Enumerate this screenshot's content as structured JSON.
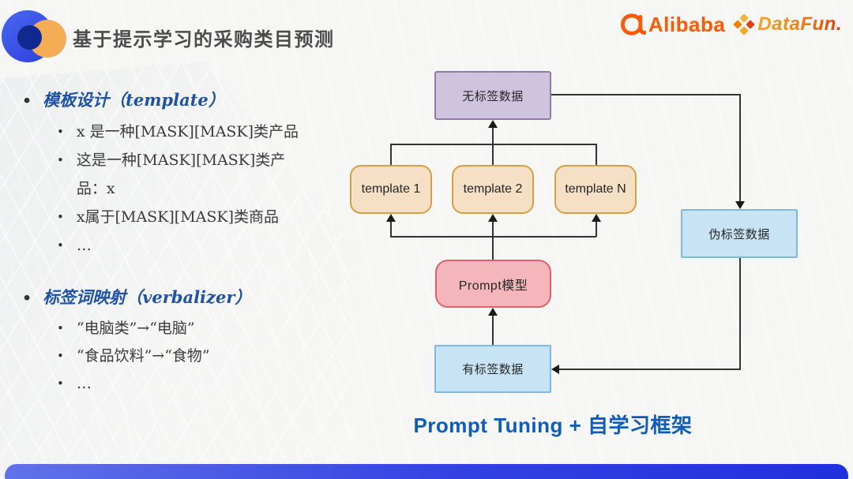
{
  "slide": {
    "title": "基于提示学习的采购类目预测",
    "caption": "Prompt Tuning + 自学习框架"
  },
  "logos": {
    "alibaba": {
      "text": "Alibaba",
      "color": "#FF5A00"
    },
    "datafun": {
      "text": "DataFun.",
      "gradient_start": "#F6A81C",
      "gradient_end": "#E8380D"
    }
  },
  "bullets": {
    "accent_color": "#1E52A8",
    "sections": [
      {
        "title": "模板设计（template）",
        "items": [
          "x 是一种[MASK][MASK]类产品",
          "这是一种[MASK][MASK]类产\n品：x",
          "x属于[MASK][MASK]类商品",
          "…"
        ]
      },
      {
        "title": "标签词映射（verbalizer）",
        "items": [
          "“电脑类”→“电脑”",
          "“食品饮料”→“食物”",
          "…"
        ]
      }
    ]
  },
  "diagram": {
    "line_color": "#333333",
    "nodes": {
      "unlabeled": {
        "label": "无标签数据",
        "fill": "#CFC3DE",
        "border": "#8E7AA8"
      },
      "template1": {
        "label": "template 1",
        "fill": "#F5DFC5",
        "border": "#D2A145"
      },
      "template2": {
        "label": "template 2",
        "fill": "#F5DFC5",
        "border": "#D2A145"
      },
      "templateN": {
        "label": "template N",
        "fill": "#F5DFC5",
        "border": "#D2A145"
      },
      "prompt_model": {
        "label": "Prompt模型",
        "fill": "#F5B6BB",
        "border": "#E0616B"
      },
      "labeled": {
        "label": "有标签数据",
        "fill": "#C8E4F4",
        "border": "#7FB8DC"
      },
      "pseudo_labeled": {
        "label": "伪标签数据",
        "fill": "#C8E4F4",
        "border": "#7FB8DC"
      }
    }
  },
  "footer": {
    "bar_gradient_start": "#6272E8",
    "bar_gradient_end": "#2130DE"
  }
}
